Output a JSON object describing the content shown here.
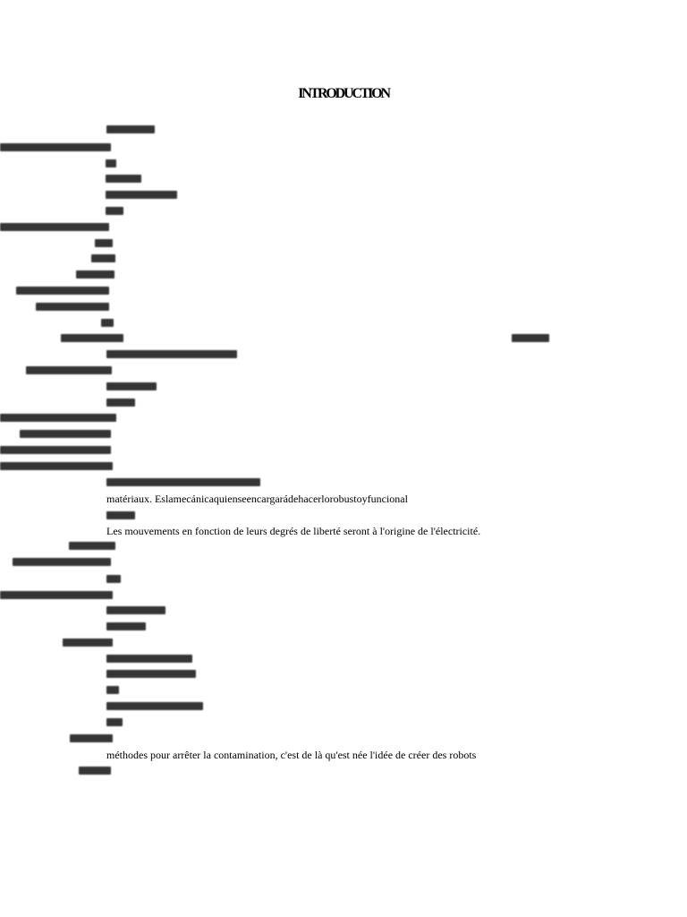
{
  "document": {
    "title": "INTRODUCTION",
    "lines": [
      "matériaux. Eslamecánicaquienseencargarádehacerlorobustoyfuncional",
      "Les mouvements en fonction de leurs degrés de liberté seront à l'origine de l'électricité.",
      "méthodes pour arrêter la contamination, c'est de là qu'est née l'idée de créer des robots"
    ]
  }
}
